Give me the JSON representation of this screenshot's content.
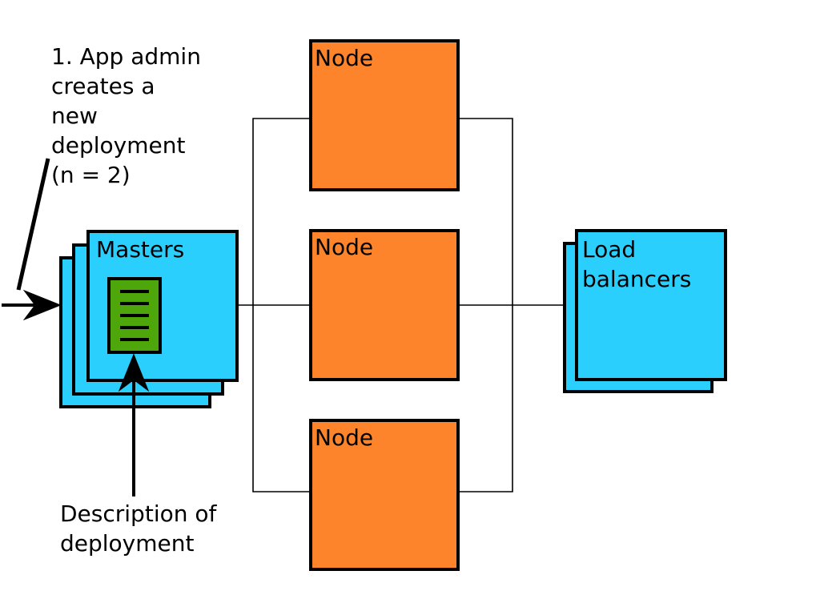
{
  "colors": {
    "master": "#2acffe",
    "node": "#fd842b",
    "load_balancer": "#2acffe",
    "document": "#4ea70a",
    "stroke": "#000000"
  },
  "annotations": {
    "admin_step_lines": [
      "1. App admin",
      "creates a",
      "new",
      "deployment",
      "(n = 2)"
    ],
    "description_lines": [
      "Description of",
      "deployment"
    ]
  },
  "masters": {
    "label": "Masters",
    "stack_count": 3,
    "document_icon": "document-icon"
  },
  "nodes": [
    {
      "label": "Node"
    },
    {
      "label": "Node"
    },
    {
      "label": "Node"
    }
  ],
  "load_balancers": {
    "label_lines": [
      "Load",
      "balancers"
    ],
    "stack_count": 2
  }
}
